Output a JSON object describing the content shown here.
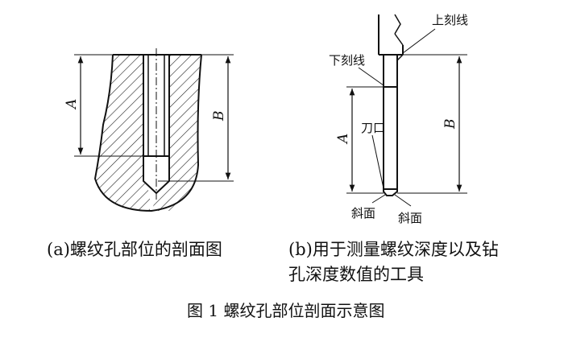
{
  "captions": {
    "a": "(a)螺纹孔部位的剖面图",
    "b_line1": "(b)用于测量螺纹深度以及钻",
    "b_line2": "孔深度数值的工具",
    "figure": "图 1  螺纹孔部位剖面示意图"
  },
  "left_diagram": {
    "dim_a": "A",
    "dim_b": "B"
  },
  "right_diagram": {
    "upper_mark": "上刻线",
    "lower_mark": "下刻线",
    "blade": "刀口",
    "bevel_left": "斜面",
    "bevel_right": "斜面",
    "dim_a": "A",
    "dim_b": "B"
  }
}
